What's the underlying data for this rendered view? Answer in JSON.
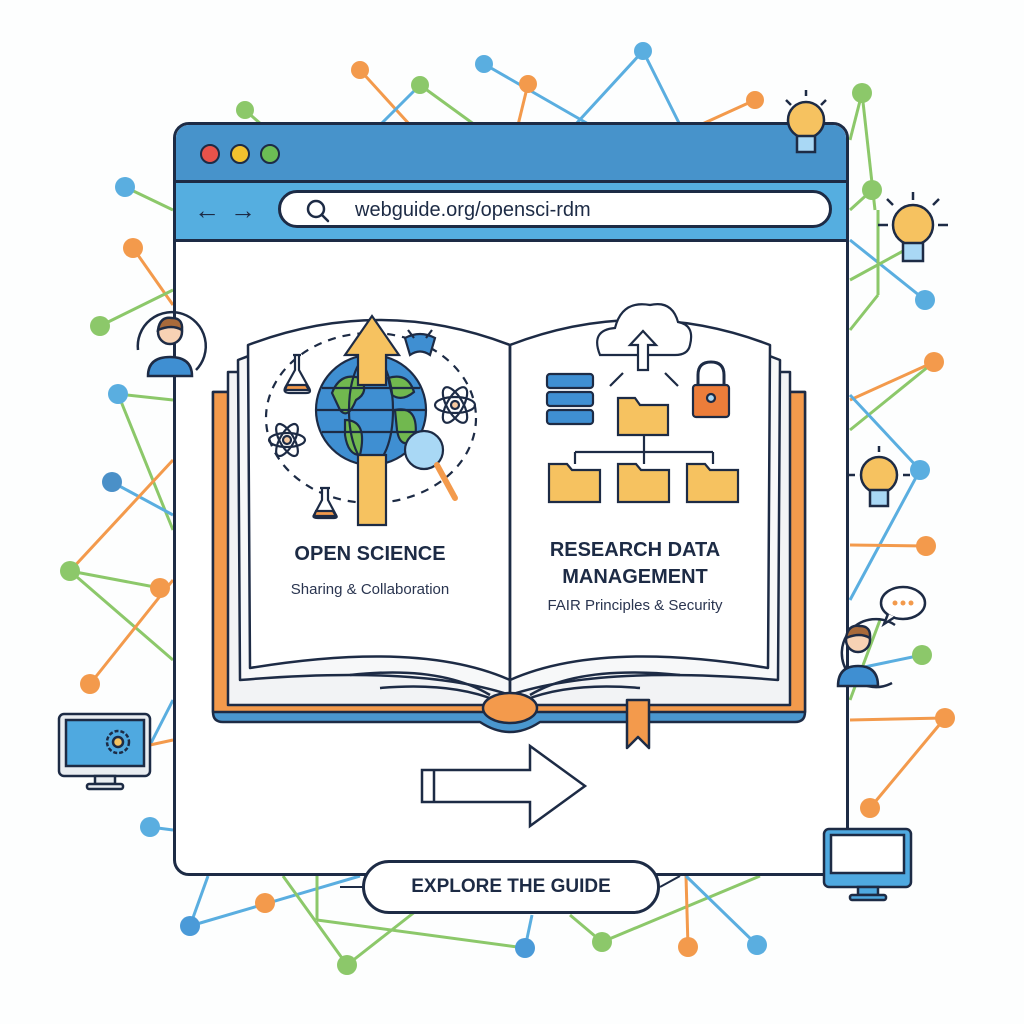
{
  "browser": {
    "window_controls": [
      {
        "name": "close",
        "color": "#e8524a"
      },
      {
        "name": "minimize",
        "color": "#f2c12e"
      },
      {
        "name": "maximize",
        "color": "#6cbd54"
      }
    ],
    "nav": {
      "back": "←",
      "forward": "→"
    },
    "address_bar": {
      "url": "webguide.org/opensci-rdm",
      "icon": "search-icon"
    }
  },
  "book": {
    "left_page": {
      "title": "OPEN SCIENCE",
      "subtitle": "Sharing & Collaboration",
      "icons": [
        "globe-icon",
        "up-arrow-icon",
        "flask-icon",
        "atom-icon",
        "magnifier-icon",
        "microscope-icon"
      ]
    },
    "right_page": {
      "title_line1": "RESEARCH DATA",
      "title_line2": "MANAGEMENT",
      "subtitle": "FAIR Principles & Security",
      "icons": [
        "cloud-upload-icon",
        "server-icon",
        "folder-icon",
        "lock-icon"
      ]
    }
  },
  "cta": {
    "label": "EXPLORE THE GUIDE"
  },
  "decorations": [
    "lightbulb-icon",
    "user-avatar-icon",
    "monitor-gear-icon",
    "chat-bubble-icon",
    "monitor-icon"
  ],
  "colors": {
    "outline": "#1d2b45",
    "titlebar": "#4793cb",
    "addressbar": "#55aee0",
    "orange": "#f39a4c",
    "green": "#8cc86a",
    "blue": "#5aaee0",
    "yellow": "#f6c260"
  }
}
